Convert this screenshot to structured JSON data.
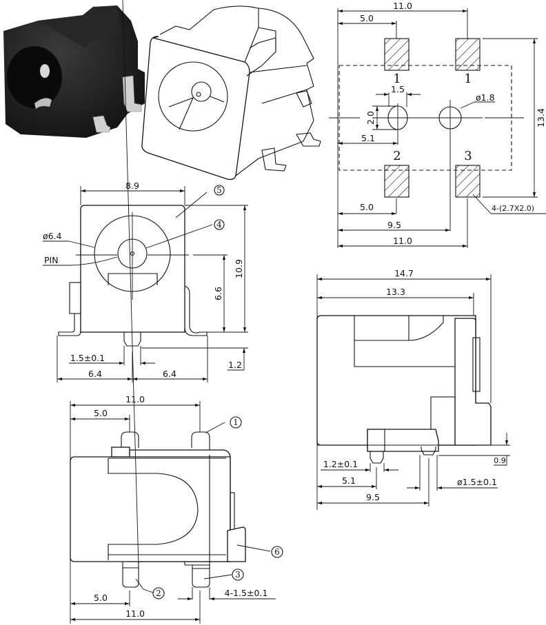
{
  "title": "SMD DC Power Jack Dimensional Drawing",
  "photo": {
    "description": "Black SMD DC power jack with metal solder tabs",
    "body_color": "#1e1e1e",
    "metal_color": "#cfcfcf"
  },
  "footprint": {
    "dims": {
      "top_total": "11.0",
      "top_pad": "5.0",
      "hole_width": "1.5",
      "hole_height": "2.0",
      "hole_dia": "ø1.8",
      "hole_offset": "5.1",
      "bottom_pad": "5.0",
      "bottom_hole": "9.5",
      "bottom_total": "11.0",
      "height": "13.4",
      "pad_size": "4-(2.7X2.0)"
    },
    "pad_labels": [
      "1",
      "1",
      "2",
      "3"
    ]
  },
  "front_view": {
    "dims": {
      "width": "8.9",
      "bore_dia": "ø6.4",
      "pin_label": "PIN",
      "height": "10.9",
      "center_height": "6.6",
      "pin_width": "1.5±0.1",
      "left_half": "6.4",
      "right_half": "6.4",
      "pin_protrusion": "1.2"
    },
    "callouts": [
      "5",
      "4"
    ]
  },
  "side_view": {
    "dims": {
      "total_length": "14.7",
      "body_length": "13.3",
      "peg1_width": "1.2±0.1",
      "peg1_offset": "5.1",
      "peg2_offset": "9.5",
      "peg2_dia": "ø1.5±0.1",
      "peg_height": "0.9"
    }
  },
  "bottom_view": {
    "dims": {
      "top_total": "11.0",
      "top_pin": "5.0",
      "bottom_pin": "5.0",
      "bottom_total": "11.0",
      "tab_width": "4-1.5±0.1"
    },
    "callouts": [
      "1",
      "6",
      "3",
      "2"
    ]
  }
}
